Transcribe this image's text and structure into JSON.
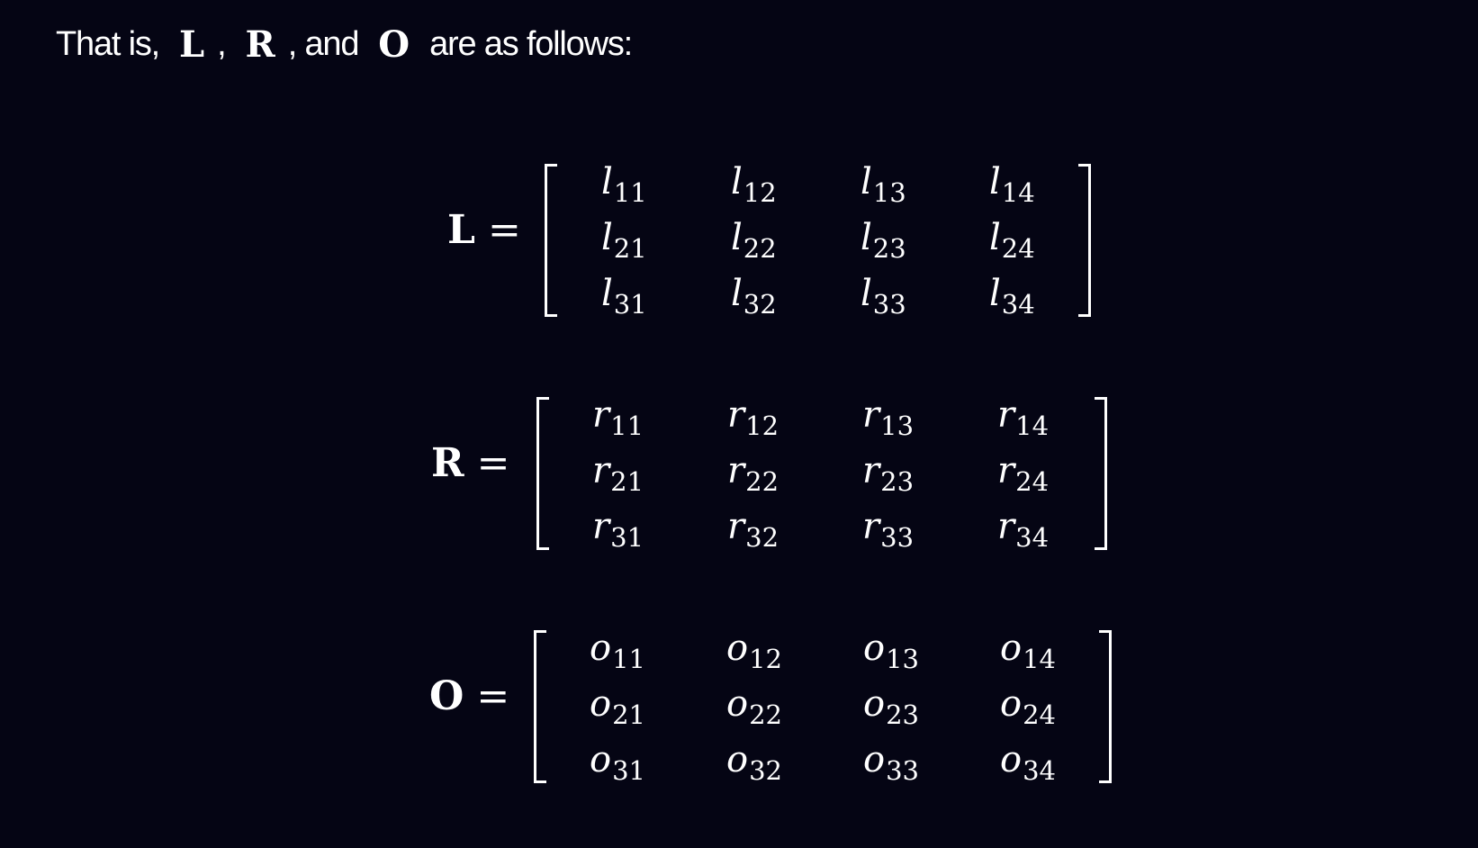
{
  "intro": {
    "lead": "That is,",
    "sym_l": "L",
    "comma1": ",",
    "sym_r": "R",
    "and_text": ", and",
    "sym_o": "O",
    "tail": "are as follows:"
  },
  "equals": "=",
  "matrices": [
    {
      "name": "L",
      "letter": "l",
      "subs": [
        [
          "11",
          "12",
          "13",
          "14"
        ],
        [
          "21",
          "22",
          "23",
          "24"
        ],
        [
          "31",
          "32",
          "33",
          "34"
        ]
      ]
    },
    {
      "name": "R",
      "letter": "r",
      "subs": [
        [
          "11",
          "12",
          "13",
          "14"
        ],
        [
          "21",
          "22",
          "23",
          "24"
        ],
        [
          "31",
          "32",
          "33",
          "34"
        ]
      ]
    },
    {
      "name": "O",
      "letter": "o",
      "subs": [
        [
          "11",
          "12",
          "13",
          "14"
        ],
        [
          "21",
          "22",
          "23",
          "24"
        ],
        [
          "31",
          "32",
          "33",
          "34"
        ]
      ]
    }
  ]
}
